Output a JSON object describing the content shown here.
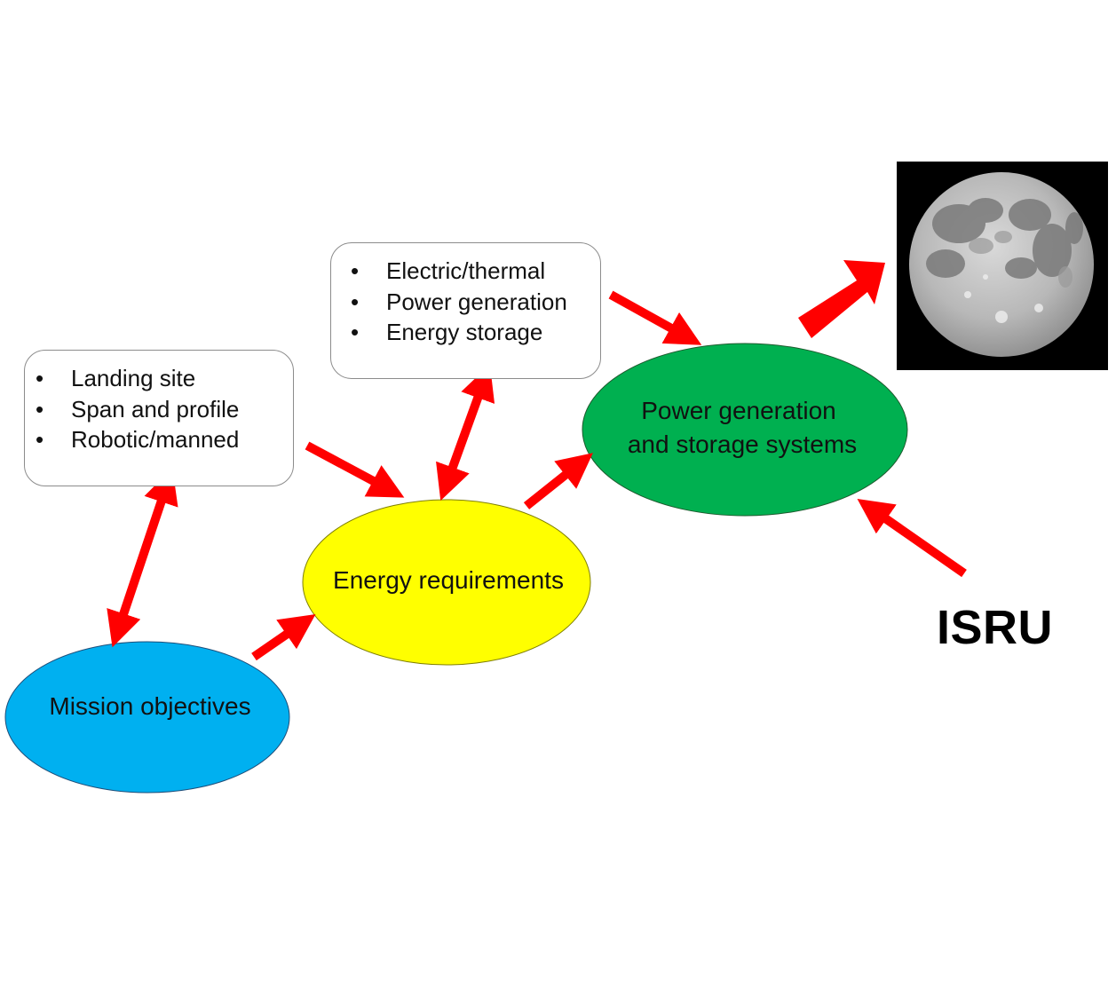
{
  "nodes": {
    "mission_objectives": {
      "label": "Mission objectives",
      "color": "#00b0f0"
    },
    "energy_requirements": {
      "label": "Energy requirements",
      "color": "#ffff00"
    },
    "power_systems": {
      "line1": "Power generation",
      "line2": "and storage systems",
      "color": "#00b050"
    }
  },
  "boxes": {
    "mission_details": {
      "items": [
        "Landing site",
        "Span and profile",
        "Robotic/manned"
      ]
    },
    "power_details": {
      "items": [
        "Electric/thermal",
        "Power generation",
        "Energy storage"
      ]
    }
  },
  "bullet_glyph": "•",
  "isru_label": "ISRU",
  "moon": {
    "icon": "moon-icon"
  },
  "arrow_color": "#ff0000"
}
